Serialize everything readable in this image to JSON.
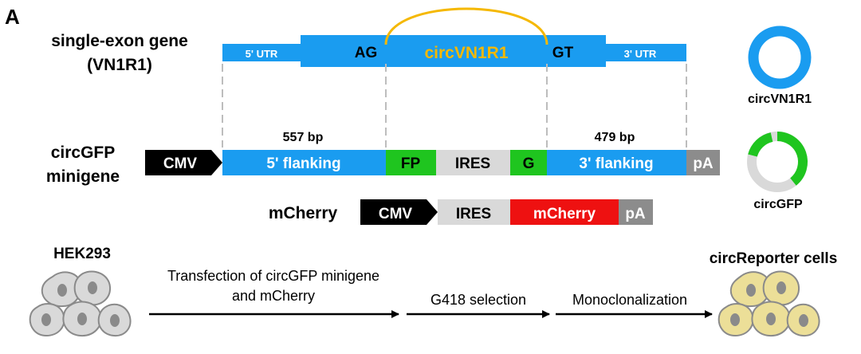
{
  "panel_letter": "A",
  "gene": {
    "label_line1": "single-exon gene",
    "label_line2": "(VN1R1)",
    "utr5": "5' UTR",
    "ag": "AG",
    "circ": "circVN1R1",
    "gt": "GT",
    "utr3": "3' UTR"
  },
  "minigene": {
    "label_line1": "circGFP",
    "label_line2": "minigene",
    "cmv": "CMV",
    "flank5_len": "557 bp",
    "flank5": "5' flanking",
    "fp": "FP",
    "ires": "IRES",
    "g": "G",
    "flank3_len": "479 bp",
    "flank3": "3' flanking",
    "pa": "pA"
  },
  "mcherry": {
    "label": "mCherry",
    "cmv": "CMV",
    "ires": "IRES",
    "mcherry": "mCherry",
    "pa": "pA"
  },
  "circles": {
    "circ1_label": "circVN1R1",
    "circ2_label": "circGFP"
  },
  "workflow": {
    "start_label": "HEK293",
    "step1_line1": "Transfection of circGFP minigene",
    "step1_line2": "and mCherry",
    "step2": "G418 selection",
    "step3": "Monoclonalization",
    "end_label": "circReporter cells"
  },
  "colors": {
    "blue": "#1a9cf0",
    "orange": "#f5b800",
    "green": "#1fc51f",
    "red": "#ee1111",
    "grey": "#d9d9d9",
    "darkgrey": "#8c8c8c",
    "black": "#000000",
    "cell_grey": "#d9d9d9",
    "cell_yellow": "#ecdf98"
  }
}
